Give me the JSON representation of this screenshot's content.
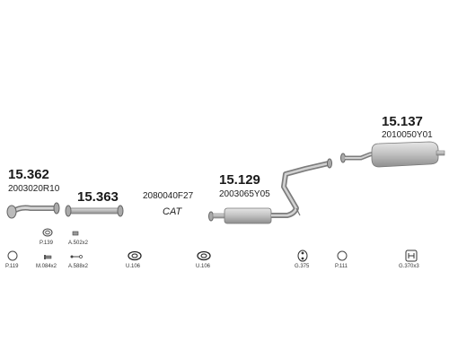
{
  "parts": [
    {
      "id": "p1",
      "number": "15.362",
      "oem": "2003020R10"
    },
    {
      "id": "p2",
      "number": "15.363",
      "oem": ""
    },
    {
      "id": "p3",
      "number": "",
      "oem": "2080040F27",
      "note": "CAT"
    },
    {
      "id": "p4",
      "number": "15.129",
      "oem": "2003065Y05"
    },
    {
      "id": "p5",
      "number": "15.137",
      "oem": "2010050Y01"
    }
  ],
  "accessories": [
    {
      "code": "P.139",
      "icon": "gasket-ring-icon"
    },
    {
      "code": "A.502x2",
      "icon": "small-clamp-icon"
    },
    {
      "code": "M.084x2",
      "icon": "bolt-icon"
    },
    {
      "code": "A.588x2",
      "icon": "bolt-pair-icon"
    },
    {
      "code": "P.119",
      "icon": "ring-icon"
    },
    {
      "code": "U.106",
      "icon": "flange-gasket-icon"
    },
    {
      "code": "U.106",
      "icon": "flange-gasket-icon"
    },
    {
      "code": "G.375",
      "icon": "rubber-hanger-icon"
    },
    {
      "code": "P.111",
      "icon": "ring-icon"
    },
    {
      "code": "G.370x3",
      "icon": "rubber-hanger-icon"
    }
  ]
}
